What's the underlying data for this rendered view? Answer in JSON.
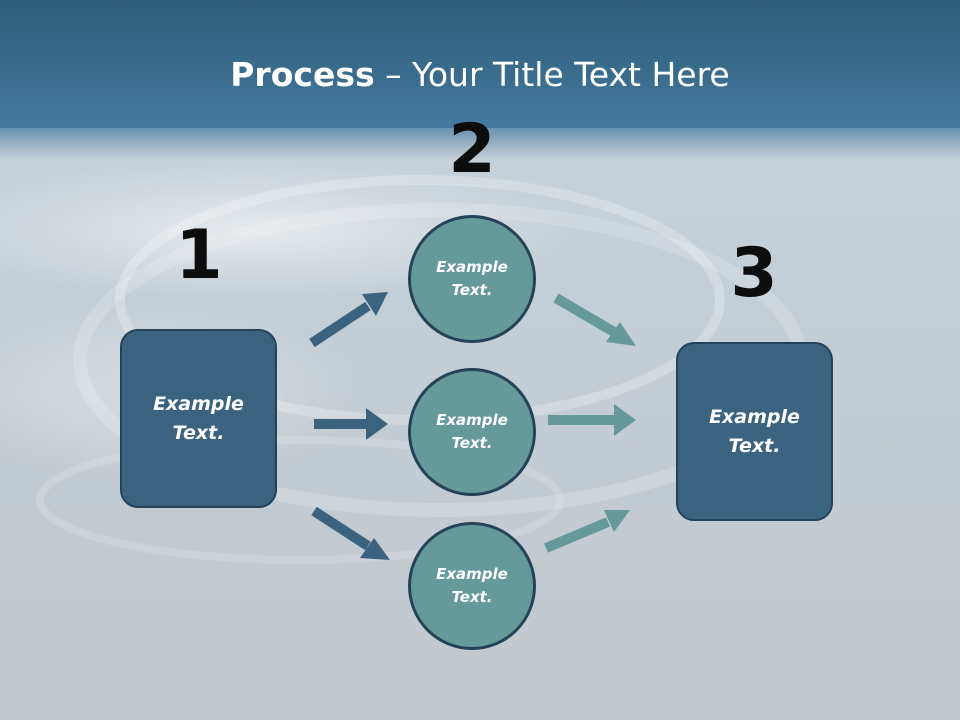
{
  "title": {
    "bold": "Process",
    "rest": " – Your Title Text Here"
  },
  "steps": {
    "number_1": "1",
    "number_2": "2",
    "number_3": "3"
  },
  "nodes": {
    "box_left": "Example Text.",
    "circle_top": "Example Text.",
    "circle_middle": "Example Text.",
    "circle_bottom": "Example Text.",
    "box_right": "Example Text."
  },
  "colors": {
    "header": "#3a6d8d",
    "box_fill": "#3b6380",
    "circle_fill": "#65999a",
    "outline": "#24435a",
    "arrow_dark": "#3b6380",
    "arrow_teal": "#65999a"
  }
}
